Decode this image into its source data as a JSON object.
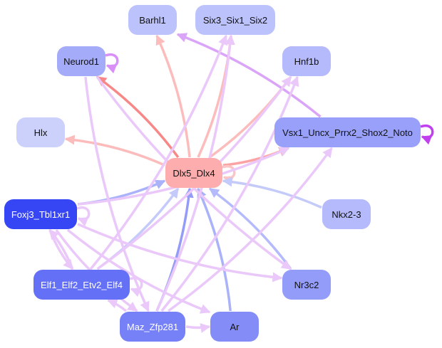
{
  "diagram": {
    "type": "directed-network",
    "nodes": [
      {
        "id": "Barhl1",
        "label": "Barhl1",
        "color": "#bcc2fb",
        "text": "dark"
      },
      {
        "id": "Six3_Six1_Six2",
        "label": "Six3_Six1_Six2",
        "color": "#bcc2fb",
        "text": "dark"
      },
      {
        "id": "Neurod1",
        "label": "Neurod1",
        "color": "#a4acfa",
        "text": "dark"
      },
      {
        "id": "Hnf1b",
        "label": "Hnf1b",
        "color": "#b4bafb",
        "text": "dark"
      },
      {
        "id": "Hlx",
        "label": "Hlx",
        "color": "#ccd1fc",
        "text": "dark"
      },
      {
        "id": "Vsx1_Uncx_Prrx2_Shox2_Noto",
        "label": "Vsx1_Uncx_Prrx2_Shox2_Noto",
        "color": "#98a0f9",
        "text": "dark"
      },
      {
        "id": "Dlx5_Dlx4",
        "label": "Dlx5_Dlx4",
        "color": "#fdadad",
        "text": "dark"
      },
      {
        "id": "Foxj3_Tbl1xr1",
        "label": "Foxj3_Tbl1xr1",
        "color": "#3646f5",
        "text": "light"
      },
      {
        "id": "Nkx2-3",
        "label": "Nkx2-3",
        "color": "#b4bafb",
        "text": "dark"
      },
      {
        "id": "Elf1_Elf2_Etv2_Elf4",
        "label": "Elf1_Elf2_Etv2_Elf4",
        "color": "#6470f6",
        "text": "light"
      },
      {
        "id": "Nr3c2",
        "label": "Nr3c2",
        "color": "#949cf9",
        "text": "dark"
      },
      {
        "id": "Maz_Zfp281",
        "label": "Maz_Zfp281",
        "color": "#7680f7",
        "text": "light"
      },
      {
        "id": "Ar",
        "label": "Ar",
        "color": "#848cf8",
        "text": "dark"
      }
    ],
    "edges": [
      {
        "from": "Dlx5_Dlx4",
        "to": "Neurod1",
        "color": "#f88888"
      },
      {
        "from": "Dlx5_Dlx4",
        "to": "Barhl1",
        "color": "#fcbcbc"
      },
      {
        "from": "Dlx5_Dlx4",
        "to": "Six3_Six1_Six2",
        "color": "#fcbcbc"
      },
      {
        "from": "Dlx5_Dlx4",
        "to": "Hnf1b",
        "color": "#fcbcbc"
      },
      {
        "from": "Dlx5_Dlx4",
        "to": "Hlx",
        "color": "#fcbcbc"
      },
      {
        "from": "Dlx5_Dlx4",
        "to": "Vsx1_Uncx_Prrx2_Shox2_Noto",
        "color": "#fca4a4"
      },
      {
        "from": "Dlx5_Dlx4",
        "to": "Dlx5_Dlx4",
        "color": "#fcc4c4"
      },
      {
        "from": "Neurod1",
        "to": "Neurod1",
        "color": "#d890f8"
      },
      {
        "from": "Vsx1_Uncx_Prrx2_Shox2_Noto",
        "to": "Vsx1_Uncx_Prrx2_Shox2_Noto",
        "color": "#c040f0"
      },
      {
        "from": "Vsx1_Uncx_Prrx2_Shox2_Noto",
        "to": "Barhl1",
        "color": "#daa4f8"
      },
      {
        "from": "Foxj3_Tbl1xr1",
        "to": "Dlx5_Dlx4",
        "color": "#aab2fa"
      },
      {
        "from": "Elf1_Elf2_Etv2_Elf4",
        "to": "Dlx5_Dlx4",
        "color": "#c4caf9"
      },
      {
        "from": "Maz_Zfp281",
        "to": "Dlx5_Dlx4",
        "color": "#949cf8"
      },
      {
        "from": "Ar",
        "to": "Dlx5_Dlx4",
        "color": "#aab2fa"
      },
      {
        "from": "Nr3c2",
        "to": "Dlx5_Dlx4",
        "color": "#b4bafb"
      },
      {
        "from": "Nkx2-3",
        "to": "Dlx5_Dlx4",
        "color": "#c4caf9"
      },
      {
        "from": "Foxj3_Tbl1xr1",
        "to": "Foxj3_Tbl1xr1",
        "color": "#eac8fa"
      },
      {
        "from": "Foxj3_Tbl1xr1",
        "to": "Elf1_Elf2_Etv2_Elf4",
        "color": "#eac8fa"
      },
      {
        "from": "Elf1_Elf2_Etv2_Elf4",
        "to": "Foxj3_Tbl1xr1",
        "color": "#eac8fa"
      },
      {
        "from": "Foxj3_Tbl1xr1",
        "to": "Nr3c2",
        "color": "#eac8fa"
      },
      {
        "from": "Foxj3_Tbl1xr1",
        "to": "Maz_Zfp281",
        "color": "#eac8fa"
      },
      {
        "from": "Foxj3_Tbl1xr1",
        "to": "Ar",
        "color": "#eac8fa"
      },
      {
        "from": "Foxj3_Tbl1xr1",
        "to": "Vsx1_Uncx_Prrx2_Shox2_Noto",
        "color": "#eac8fa"
      },
      {
        "from": "Elf1_Elf2_Etv2_Elf4",
        "to": "Elf1_Elf2_Etv2_Elf4",
        "color": "#eac8fa"
      },
      {
        "from": "Elf1_Elf2_Etv2_Elf4",
        "to": "Six3_Six1_Six2",
        "color": "#eac8fa"
      },
      {
        "from": "Elf1_Elf2_Etv2_Elf4",
        "to": "Hnf1b",
        "color": "#eac8fa"
      },
      {
        "from": "Maz_Zfp281",
        "to": "Elf1_Elf2_Etv2_Elf4",
        "color": "#eac8fa"
      },
      {
        "from": "Maz_Zfp281",
        "to": "Ar",
        "color": "#eac8fa"
      },
      {
        "from": "Maz_Zfp281",
        "to": "Six3_Six1_Six2",
        "color": "#eac8fa"
      },
      {
        "from": "Maz_Zfp281",
        "to": "Hnf1b",
        "color": "#eac8fa"
      },
      {
        "from": "Maz_Zfp281",
        "to": "Vsx1_Uncx_Prrx2_Shox2_Noto",
        "color": "#eac8fa"
      },
      {
        "from": "Neurod1",
        "to": "Maz_Zfp281",
        "color": "#eac8fa"
      },
      {
        "from": "Neurod1",
        "to": "Nr3c2",
        "color": "#eac8fa"
      }
    ]
  }
}
